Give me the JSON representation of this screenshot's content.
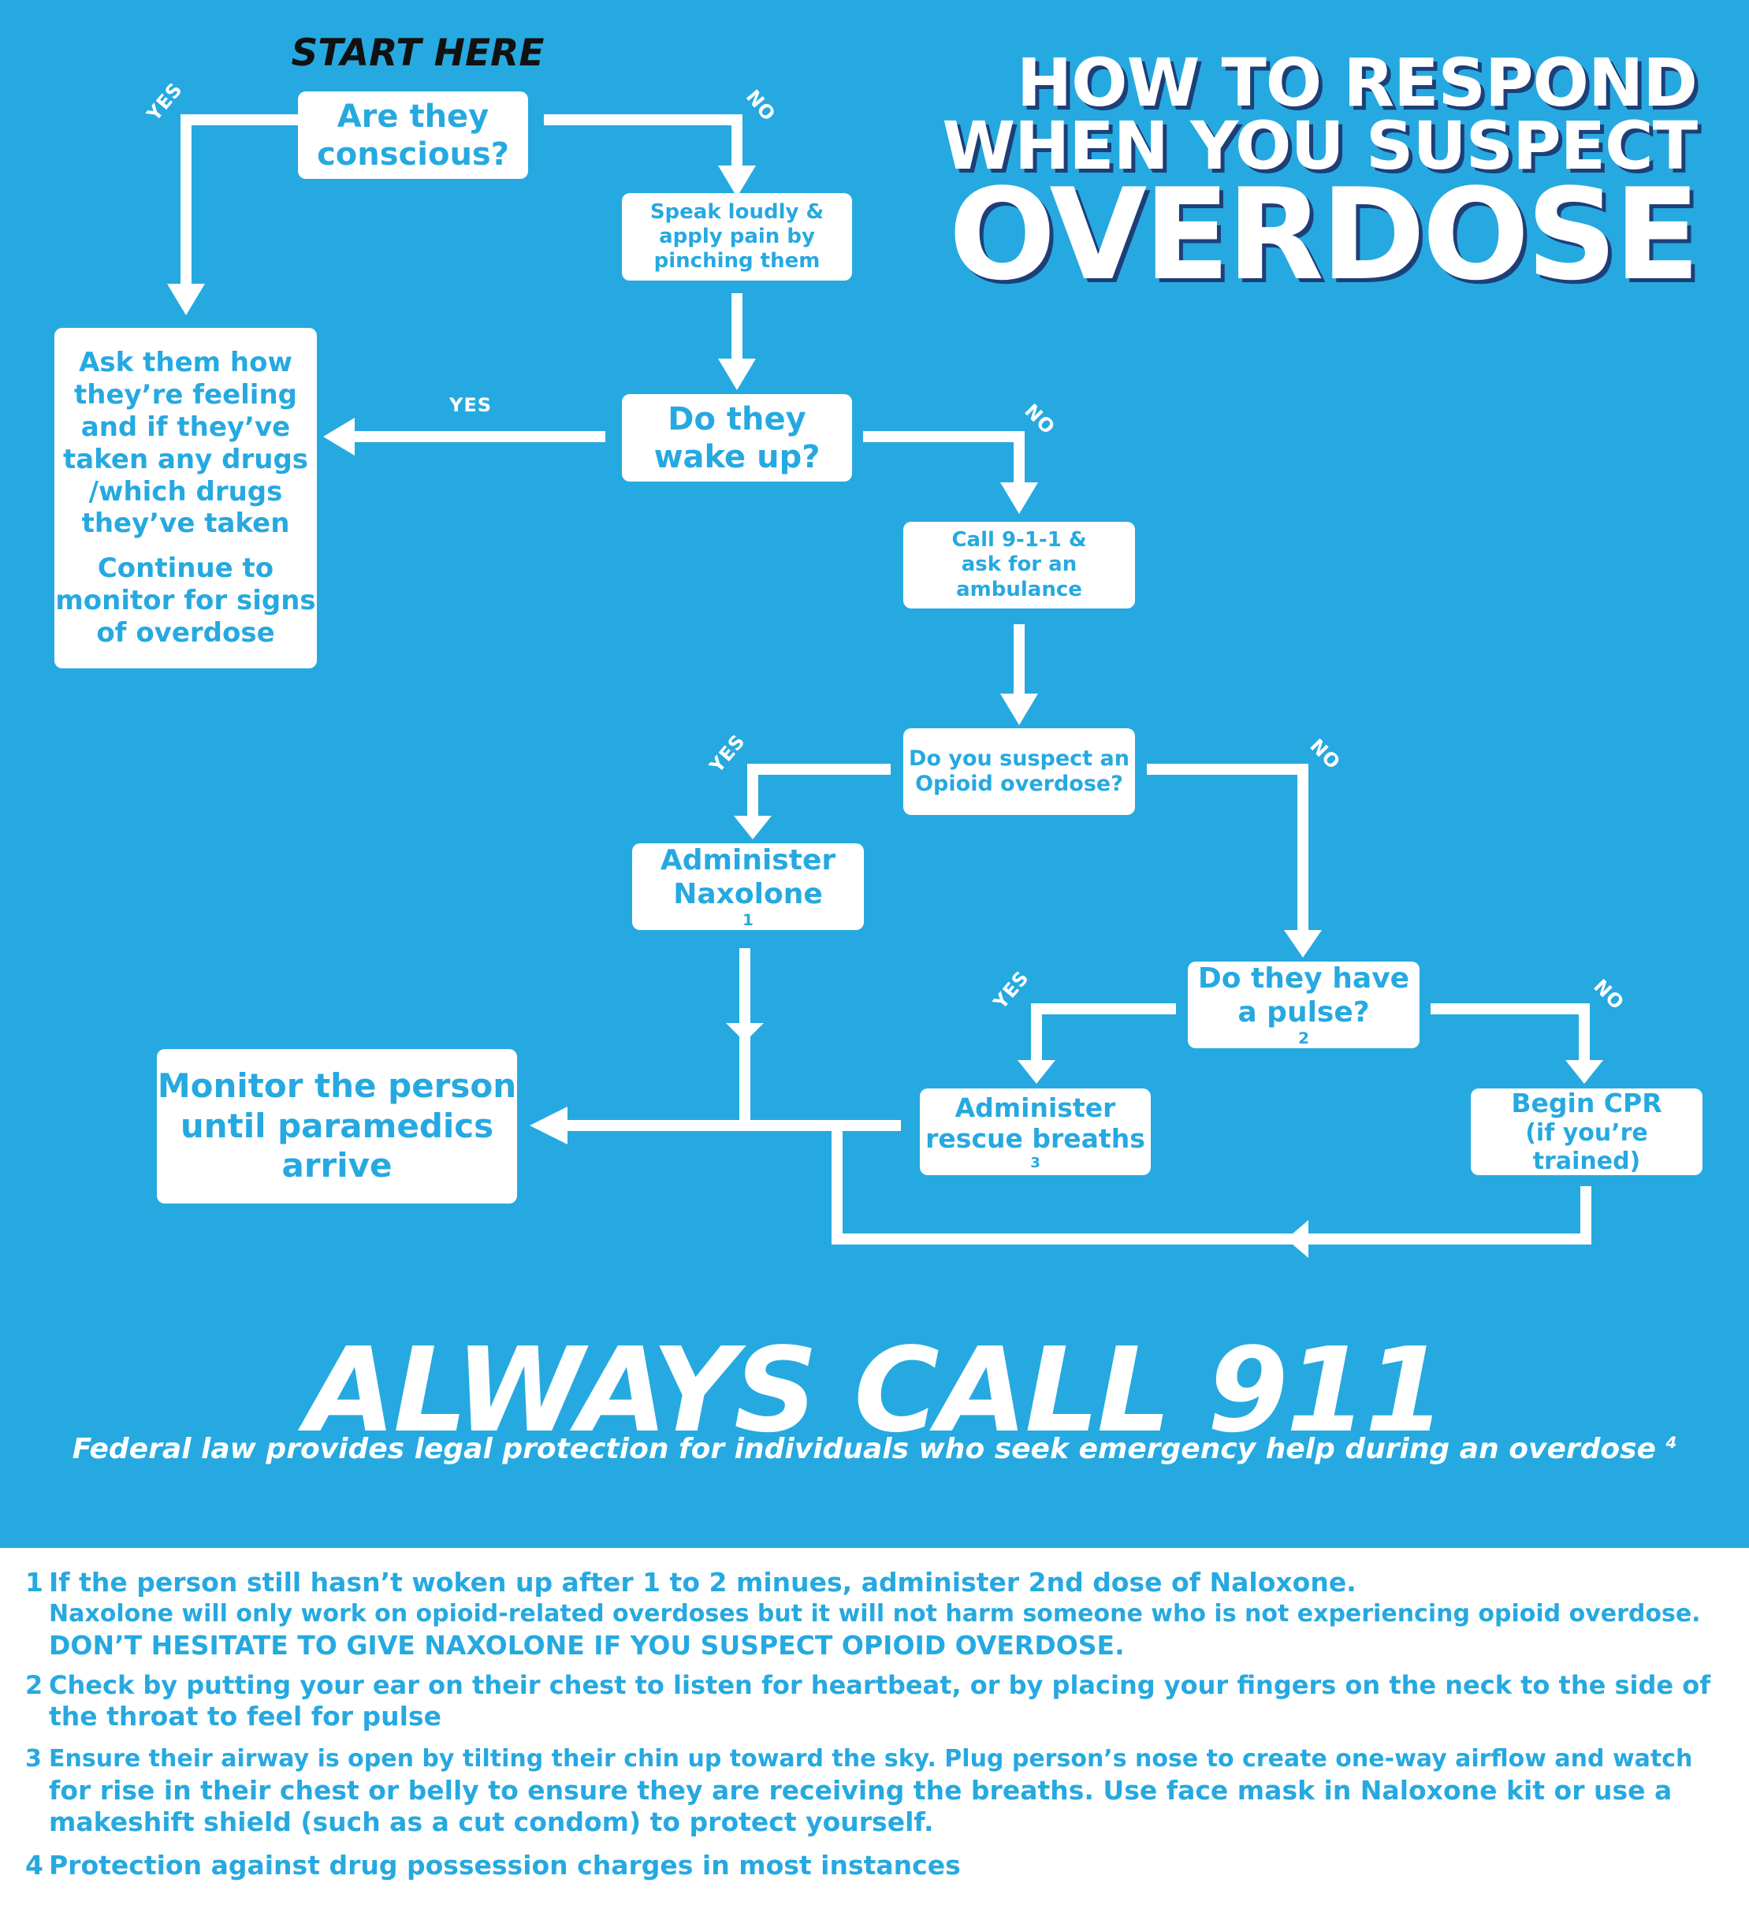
{
  "colors": {
    "background": "#26a9e0",
    "box": "#ffffff",
    "title_shadow": "#1d3f78",
    "start_here": "#111111"
  },
  "start_here": "START HERE",
  "title": {
    "line1": "HOW TO RESPOND",
    "line2": "WHEN YOU SUSPECT",
    "line3": "OVERDOSE"
  },
  "labels": {
    "yes": "YES",
    "no": "NO"
  },
  "nodes": {
    "conscious": [
      "Are they",
      "conscious?"
    ],
    "speak_loudly": [
      "Speak loudly &",
      "apply pain by",
      "pinching them"
    ],
    "wake_up": [
      "Do they",
      "wake up?"
    ],
    "ask_feeling": [
      "Ask them how",
      "they’re feeling",
      "and if they’ve",
      "taken any drugs",
      "/which drugs",
      "they’ve taken"
    ],
    "continue_monitor": [
      "Continue to",
      "monitor for signs",
      "of overdose"
    ],
    "call_911": [
      "Call 9-1-1 &",
      "ask for an",
      "ambulance"
    ],
    "suspect_opioid": [
      "Do you suspect an",
      "Opioid overdose?"
    ],
    "naxolone": [
      "Administer",
      "Naxolone"
    ],
    "naxolone_ref": "1",
    "pulse": [
      "Do they have",
      "a pulse?"
    ],
    "pulse_ref": "2",
    "monitor_person": [
      "Monitor the person",
      "until paramedics",
      "arrive"
    ],
    "rescue_breaths": [
      "Administer",
      "rescue breaths"
    ],
    "rescue_ref": "3",
    "cpr": [
      "Begin CPR",
      "(if you’re trained)"
    ]
  },
  "always_call": "ALWAYS CALL 911",
  "federal_law": "Federal law provides legal protection for individuals who seek emergency help during an overdose",
  "federal_ref": "4",
  "footnotes": [
    {
      "num": "1",
      "lines": [
        "If the person still hasn’t woken up after 1 to 2 minues, administer 2nd dose of Naloxone.",
        "Naxolone will only work on opioid-related overdoses but it will not harm someone who is not experiencing opioid overdose.",
        "DON’T HESITATE TO GIVE NAXOLONE IF YOU SUSPECT OPIOID OVERDOSE."
      ]
    },
    {
      "num": "2",
      "lines": [
        "Check by putting your ear on their chest to listen for heartbeat, or by placing your fingers on the neck to the side of",
        "the throat to feel for pulse"
      ]
    },
    {
      "num": "3",
      "lines": [
        "Ensure their airway is open by tilting their chin up toward the sky. Plug person’s nose to create one-way airflow and watch",
        "for rise in their chest or belly to ensure they are receiving the breaths. Use face mask in Naloxone kit or use a",
        "makeshift shield (such as a cut condom) to protect yourself."
      ]
    },
    {
      "num": "4",
      "lines": [
        "Protection against drug possession charges in most instances"
      ]
    }
  ]
}
